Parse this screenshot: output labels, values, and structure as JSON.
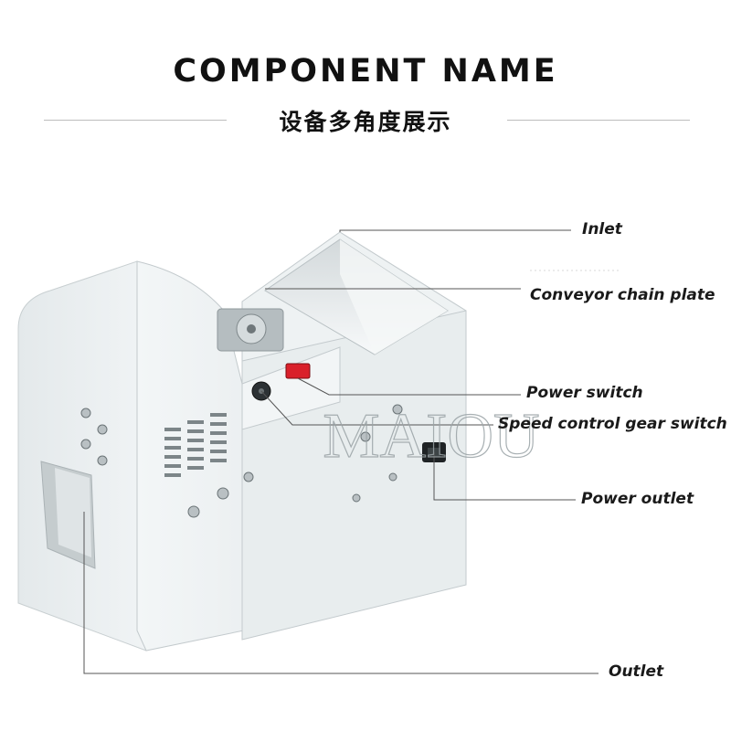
{
  "header": {
    "title": "COMPONENT NAME",
    "subtitle": "设备多角度展示"
  },
  "watermark": "MAIOU",
  "callouts": {
    "inlet": "Inlet",
    "conveyor_chain_plate": "Conveyor chain plate",
    "power_switch": "Power switch",
    "speed_control_gear_switch": "Speed control gear switch",
    "power_outlet": "Power outlet",
    "outlet": "Outlet"
  },
  "colors": {
    "machine_body": "#e9edee",
    "machine_shadow": "#c9d0d2",
    "switch_red": "#d9202a",
    "leader_line": "#555555"
  }
}
